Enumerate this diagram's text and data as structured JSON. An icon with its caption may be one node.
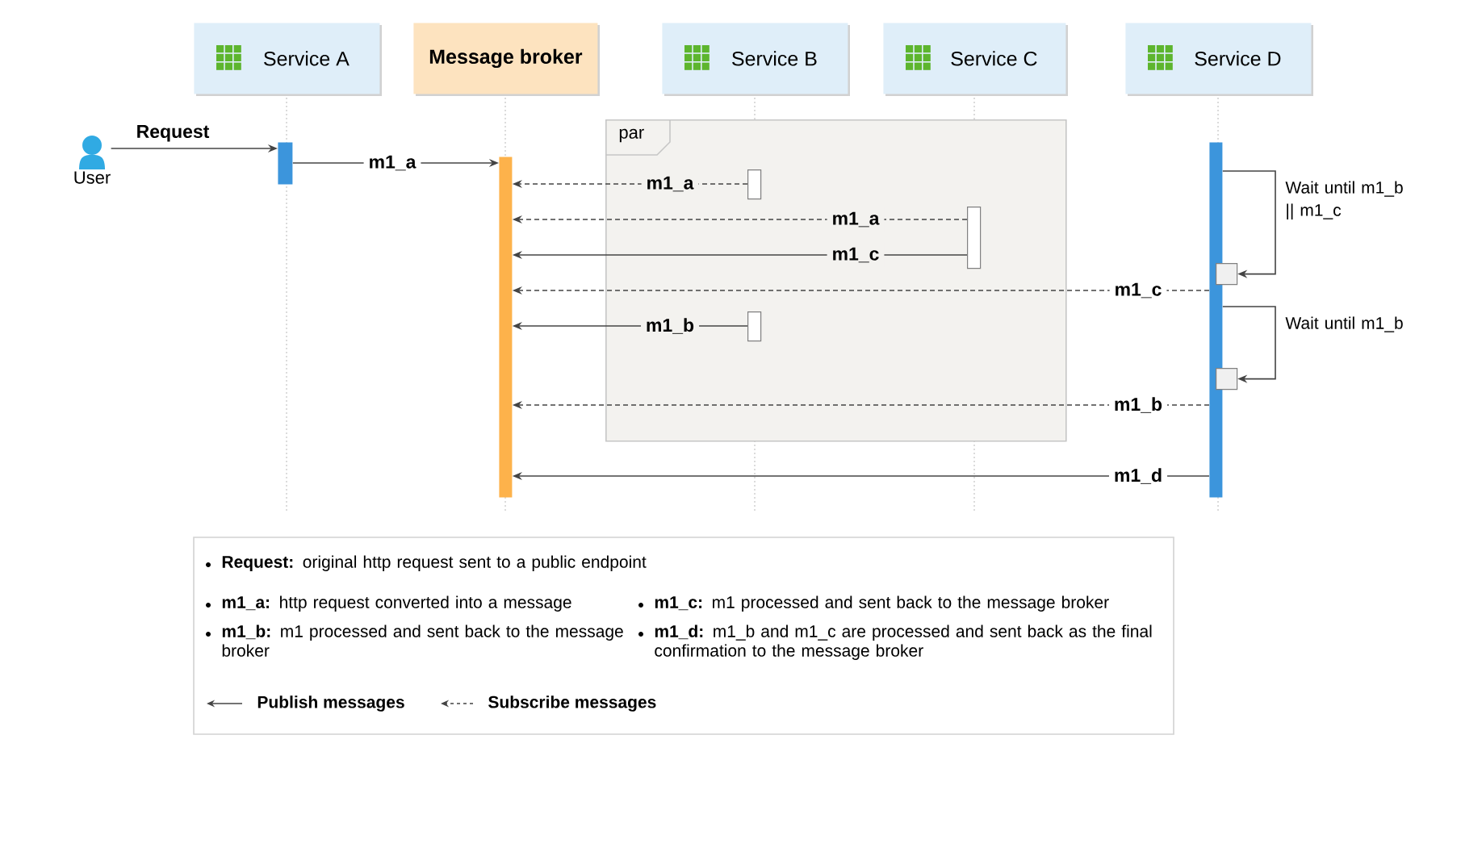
{
  "diagram": {
    "nodes": [
      {
        "text": [
          "Service A"
        ]
      },
      {
        "text": [
          "Message broker"
        ]
      },
      {
        "text": [
          "Service B"
        ]
      },
      {
        "text": [
          "Service C"
        ]
      },
      {
        "text": [
          "Service D"
        ]
      },
      {
        "text": [
          "User"
        ]
      },
      {
        "text": [],
        "shape": "bar"
      },
      {
        "text": [],
        "shape": "bar"
      },
      {
        "text": [],
        "shape": "bar",
        "in": 14
      },
      {
        "text": [],
        "shape": "bar",
        "in": 14
      },
      {
        "text": [],
        "shape": "bar",
        "in": 14
      },
      {
        "text": [],
        "shape": "bar"
      },
      {
        "text": [],
        "shape": "box"
      },
      {
        "text": [],
        "shape": "box"
      },
      {
        "text": [
          "par"
        ]
      }
    ],
    "edges": [
      {
        "from": 5,
        "to": 6,
        "arrow": "to",
        "label": "Request"
      },
      {
        "from": 6,
        "to": 7,
        "arrow": "to",
        "label": "m1_a"
      },
      {
        "from": 8,
        "to": 7,
        "arrow": "to",
        "label": "m1_a",
        "style": "dashed"
      },
      {
        "from": 9,
        "to": 7,
        "arrow": "to",
        "label": "m1_a",
        "style": "dashed"
      },
      {
        "from": 9,
        "to": 7,
        "arrow": "to",
        "label": "m1_c"
      },
      {
        "from": 11,
        "to": 7,
        "arrow": "to",
        "label": "m1_c",
        "style": "dashed"
      },
      {
        "from": 10,
        "to": 7,
        "arrow": "to",
        "label": "m1_b"
      },
      {
        "from": 11,
        "to": 7,
        "arrow": "to",
        "label": "m1_b",
        "style": "dashed"
      },
      {
        "from": 11,
        "to": 7,
        "arrow": "to",
        "label": "m1_d"
      },
      {
        "from": 11,
        "to": 12,
        "arrow": "to",
        "label": "Wait until m1_b || m1_c"
      },
      {
        "from": 11,
        "to": 13,
        "arrow": "to",
        "label": "Wait until m1_b"
      }
    ],
    "labels": [
      "**Request:** original http request sent to a public endpoint",
      "**m1_a:** http request converted into a message",
      "**m1_c:** m1 processed and sent back to the message broker",
      "**m1_b:** m1 processed and sent back to the message broker",
      "**m1_d:** m1_b and m1_c are processed and sent back as the final confirmation to the message broker"
    ],
    "legend": [
      {
        "text": "Publish messages"
      },
      {
        "text": "Subscribe messages"
      }
    ]
  }
}
